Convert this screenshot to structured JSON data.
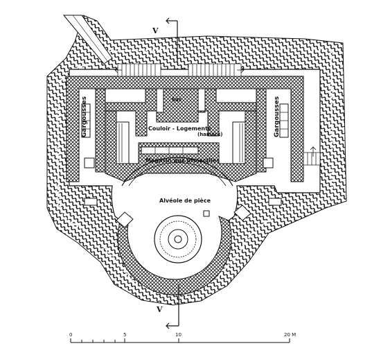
{
  "labels": {
    "sas": "Sas",
    "couloir": "Couloir - Logements",
    "hamacs": "(hamacs)",
    "magasin": "Magasin aux projectiles",
    "alveole": "Alvéole de pièce",
    "gargousses_left": "Gargousses",
    "gargousses_right": "Gargousses"
  },
  "section_marks": {
    "top": "V",
    "bottom": "V"
  },
  "scale": {
    "ticks": [
      "0",
      "5",
      "10",
      "20 M"
    ]
  }
}
